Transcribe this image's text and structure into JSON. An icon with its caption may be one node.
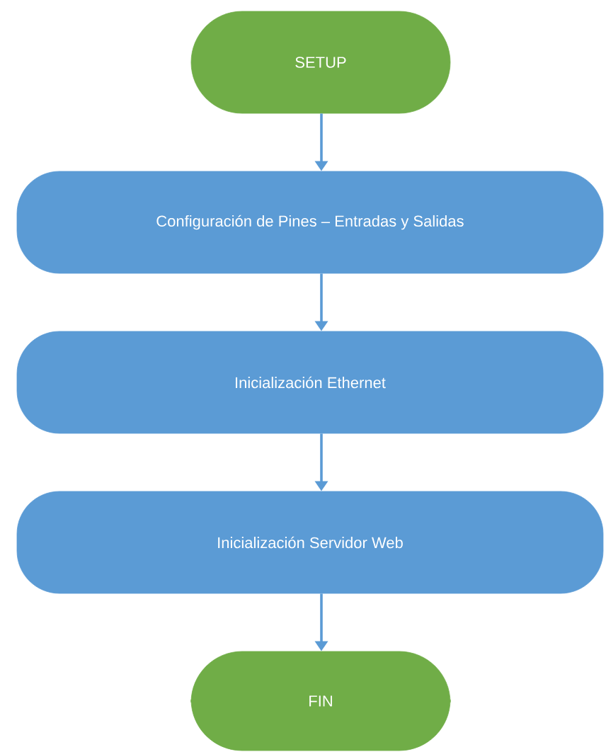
{
  "diagram": {
    "nodes": [
      {
        "text": [
          "SETUP"
        ]
      },
      {
        "text": [
          "Configuración de Pines – Entradas y Salidas"
        ]
      },
      {
        "text": [
          "Inicialización Ethernet"
        ]
      },
      {
        "text": [
          "Inicialización Servidor Web"
        ]
      },
      {
        "text": [
          "FIN"
        ]
      }
    ],
    "edges": [
      {
        "from": 0,
        "to": 1,
        "arrow": "to"
      },
      {
        "from": 1,
        "to": 2,
        "arrow": "to"
      },
      {
        "from": 2,
        "to": 3,
        "arrow": "to"
      },
      {
        "from": 3,
        "to": 4,
        "arrow": "to"
      }
    ]
  }
}
